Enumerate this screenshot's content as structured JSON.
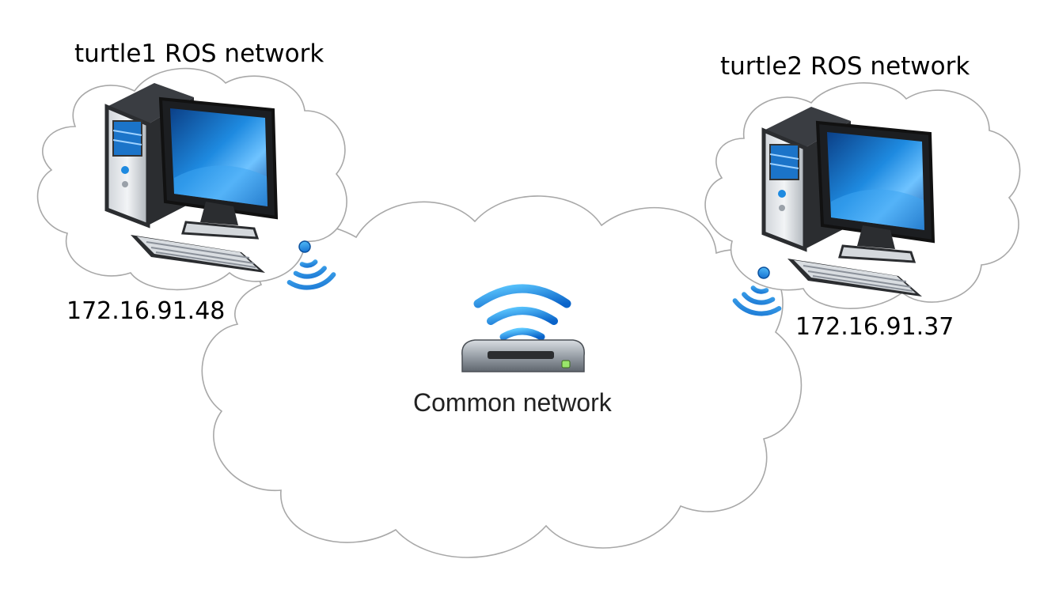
{
  "nodes": {
    "turtle1": {
      "title": "turtle1 ROS network",
      "ip": "172.16.91.48"
    },
    "turtle2": {
      "title": "turtle2 ROS network",
      "ip": "172.16.91.37"
    },
    "router": {
      "label": "Common network"
    }
  },
  "icons": [
    "cloud-icon",
    "desktop-computer-icon",
    "wireless-router-icon",
    "wifi-signal-icon"
  ],
  "colors": {
    "cloud_stroke": "#9a9a9a",
    "wifi_blue": "#1e90e6",
    "monitor_blue": "#1e7fd0",
    "router_body": "#8a9099"
  }
}
